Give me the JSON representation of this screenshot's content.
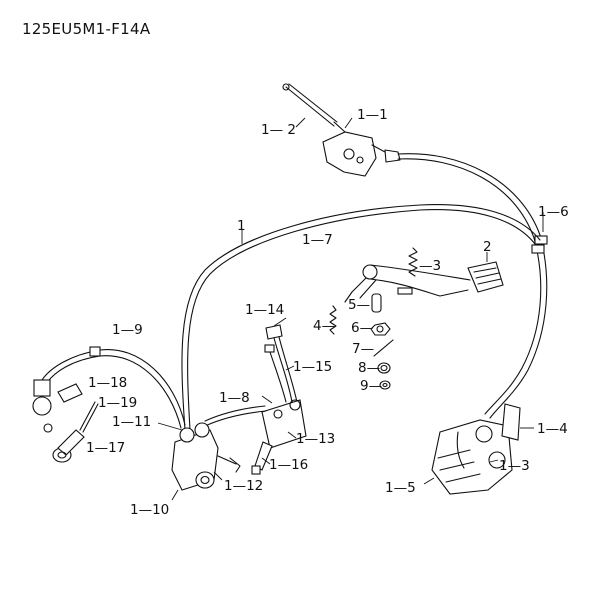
{
  "title": "125EU5M1-F14A",
  "callouts": {
    "c1_1": "1—1",
    "c1_2": "1— 2",
    "c1_6": "1—6",
    "c1": "1",
    "c1_7": "1—7",
    "c2": "2",
    "c3": "—3",
    "c1_14": "1—14",
    "c4": "4—",
    "c5": "5—",
    "c6": "6—",
    "c7": "7—",
    "c8": "8—",
    "c9": "9—",
    "c1_9": "1—9",
    "c1_15": "1—15",
    "c1_18": "1—18",
    "c1_19": "1—19",
    "c1_8": "1—8",
    "c1_11": "1—11",
    "c1_13": "1—13",
    "c1_17": "1—17",
    "c1_16": "1—16",
    "c1_12": "1—12",
    "c1_4": "1—4",
    "c1_3": "1—3",
    "c1_10": "1—10",
    "c1_5": "1—5"
  }
}
